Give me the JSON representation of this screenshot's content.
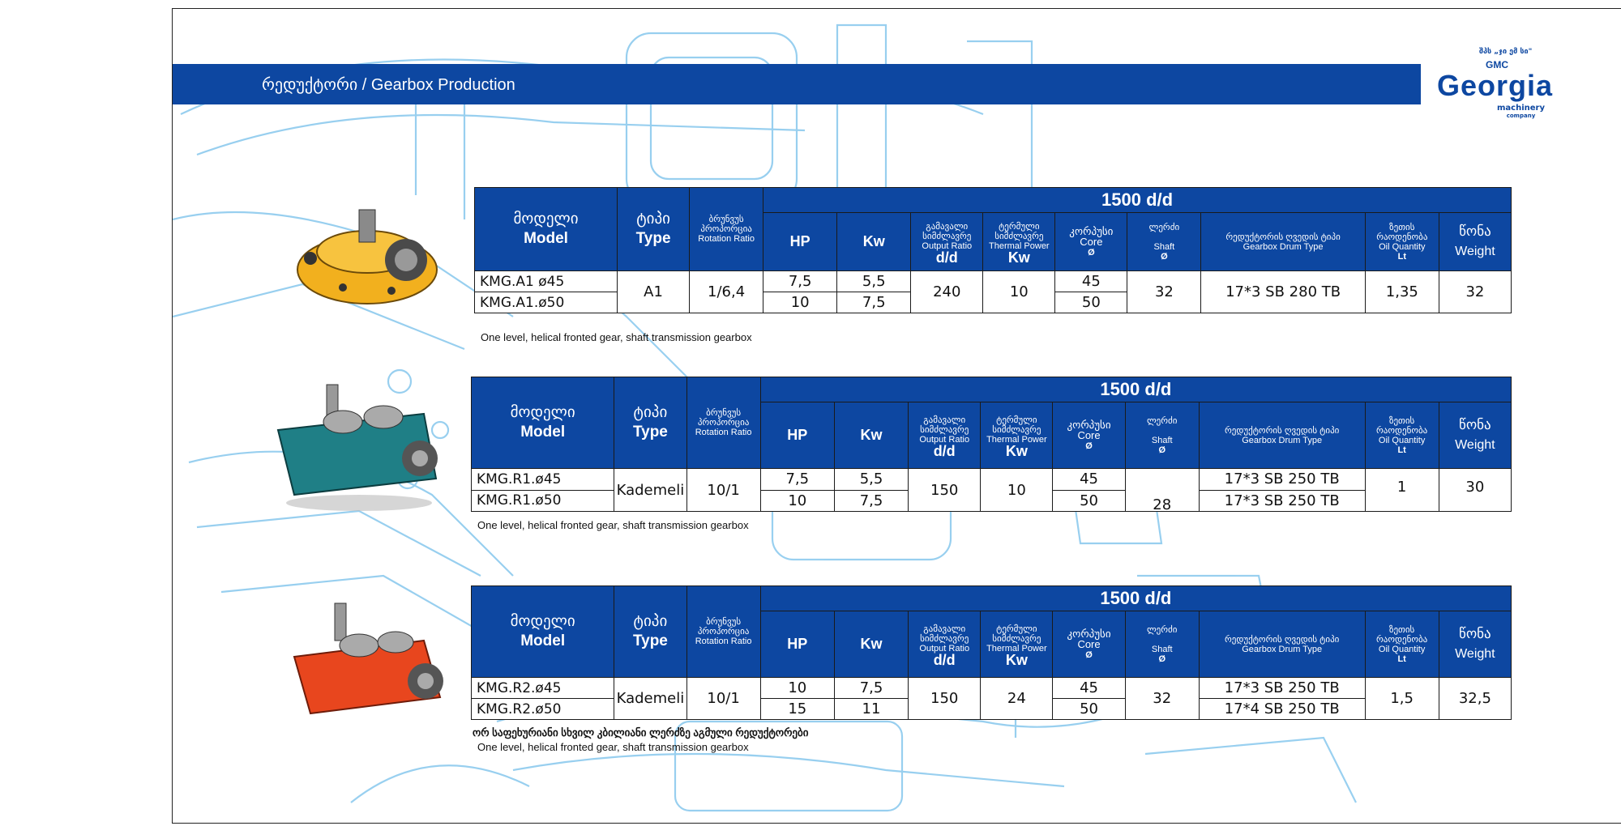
{
  "header": {
    "title": "რედუქტორი / Gearbox Production"
  },
  "logo": {
    "top_text": "შპს „ჯი ემ სი\"",
    "gmc": "GMC",
    "brand": "Georgia",
    "sub1": "machinery",
    "sub2": "company"
  },
  "table_header": {
    "speed": "1500 d/d",
    "model_geo": "მოდელი",
    "model_en": "Model",
    "type_geo": "ტიპი",
    "type_en": "Type",
    "ratio_geo": "ბრუნვუს პროპორცია",
    "ratio_en": "Rotation Ratio",
    "hp": "HP",
    "kw": "Kw",
    "output_geo": "გამავალი სიმძლავრე",
    "output_en": "Output Ratio",
    "output_unit": "d/d",
    "thermal_geo": "ტერმული სიმძლავრე",
    "thermal_en": "Thermal Power",
    "thermal_unit": "Kw",
    "core_geo": "კორპუსი",
    "core_en": "Core",
    "core_unit": "Ø",
    "shaft_geo": "ლერძი",
    "shaft_en": "Shaft",
    "shaft_unit": "Ø",
    "drum_geo": "რედუქტორის ღვედის ტიპი",
    "drum_en": "Gearbox Drum Type",
    "oil_geo": "ზეთის რაოდენობა",
    "oil_en": "Oil Quantity",
    "oil_unit": "Lt",
    "weight_geo": "წონა",
    "weight_en": "Weight"
  },
  "blocks": [
    {
      "rows": [
        {
          "model": "KMG.A1 ø45",
          "hp": "7,5",
          "kw": "5,5",
          "core": "45"
        },
        {
          "model": "KMG.A1.ø50",
          "hp": "10",
          "kw": "7,5",
          "core": "50"
        }
      ],
      "type": "A1",
      "ratio": "1/6,4",
      "output": "240",
      "thermal": "10",
      "shaft": "32",
      "drums": [
        "17*3 SB 280 TB"
      ],
      "oil": "1,35",
      "weight": "32",
      "note": "One level, helical fronted gear, shaft transmission gearbox",
      "color": "#f2b01e"
    },
    {
      "rows": [
        {
          "model": "KMG.R1.ø45",
          "hp": "7,5",
          "kw": "5,5",
          "core": "45"
        },
        {
          "model": "KMG.R1.ø50",
          "hp": "10",
          "kw": "7,5",
          "core": "50"
        }
      ],
      "type": "Kademeli",
      "ratio": "10/1",
      "output": "150",
      "thermal": "10",
      "shaft": "28",
      "drums": [
        "17*3 SB 250 TB",
        "17*3 SB 250 TB"
      ],
      "oil": "1",
      "weight": "30",
      "note": "One level, helical fronted gear, shaft transmission gearbox",
      "color": "#1f7f86"
    },
    {
      "rows": [
        {
          "model": "KMG.R2.ø45",
          "hp": "10",
          "kw": "7,5",
          "core": "45"
        },
        {
          "model": "KMG.R2.ø50",
          "hp": "15",
          "kw": "11",
          "core": "50"
        }
      ],
      "type": "Kademeli",
      "ratio": "10/1",
      "output": "150",
      "thermal": "24",
      "shaft": "32",
      "drums": [
        "17*3 SB 250 TB",
        "17*4 SB 250 TB"
      ],
      "oil": "1,5",
      "weight": "32,5",
      "note_geo": "ორ საფეხურიანი სხვილ კბილიანი ლერძზე აგმული რედუქტორები",
      "note": "One level, helical fronted gear, shaft transmission gearbox",
      "color": "#e8461e"
    }
  ]
}
